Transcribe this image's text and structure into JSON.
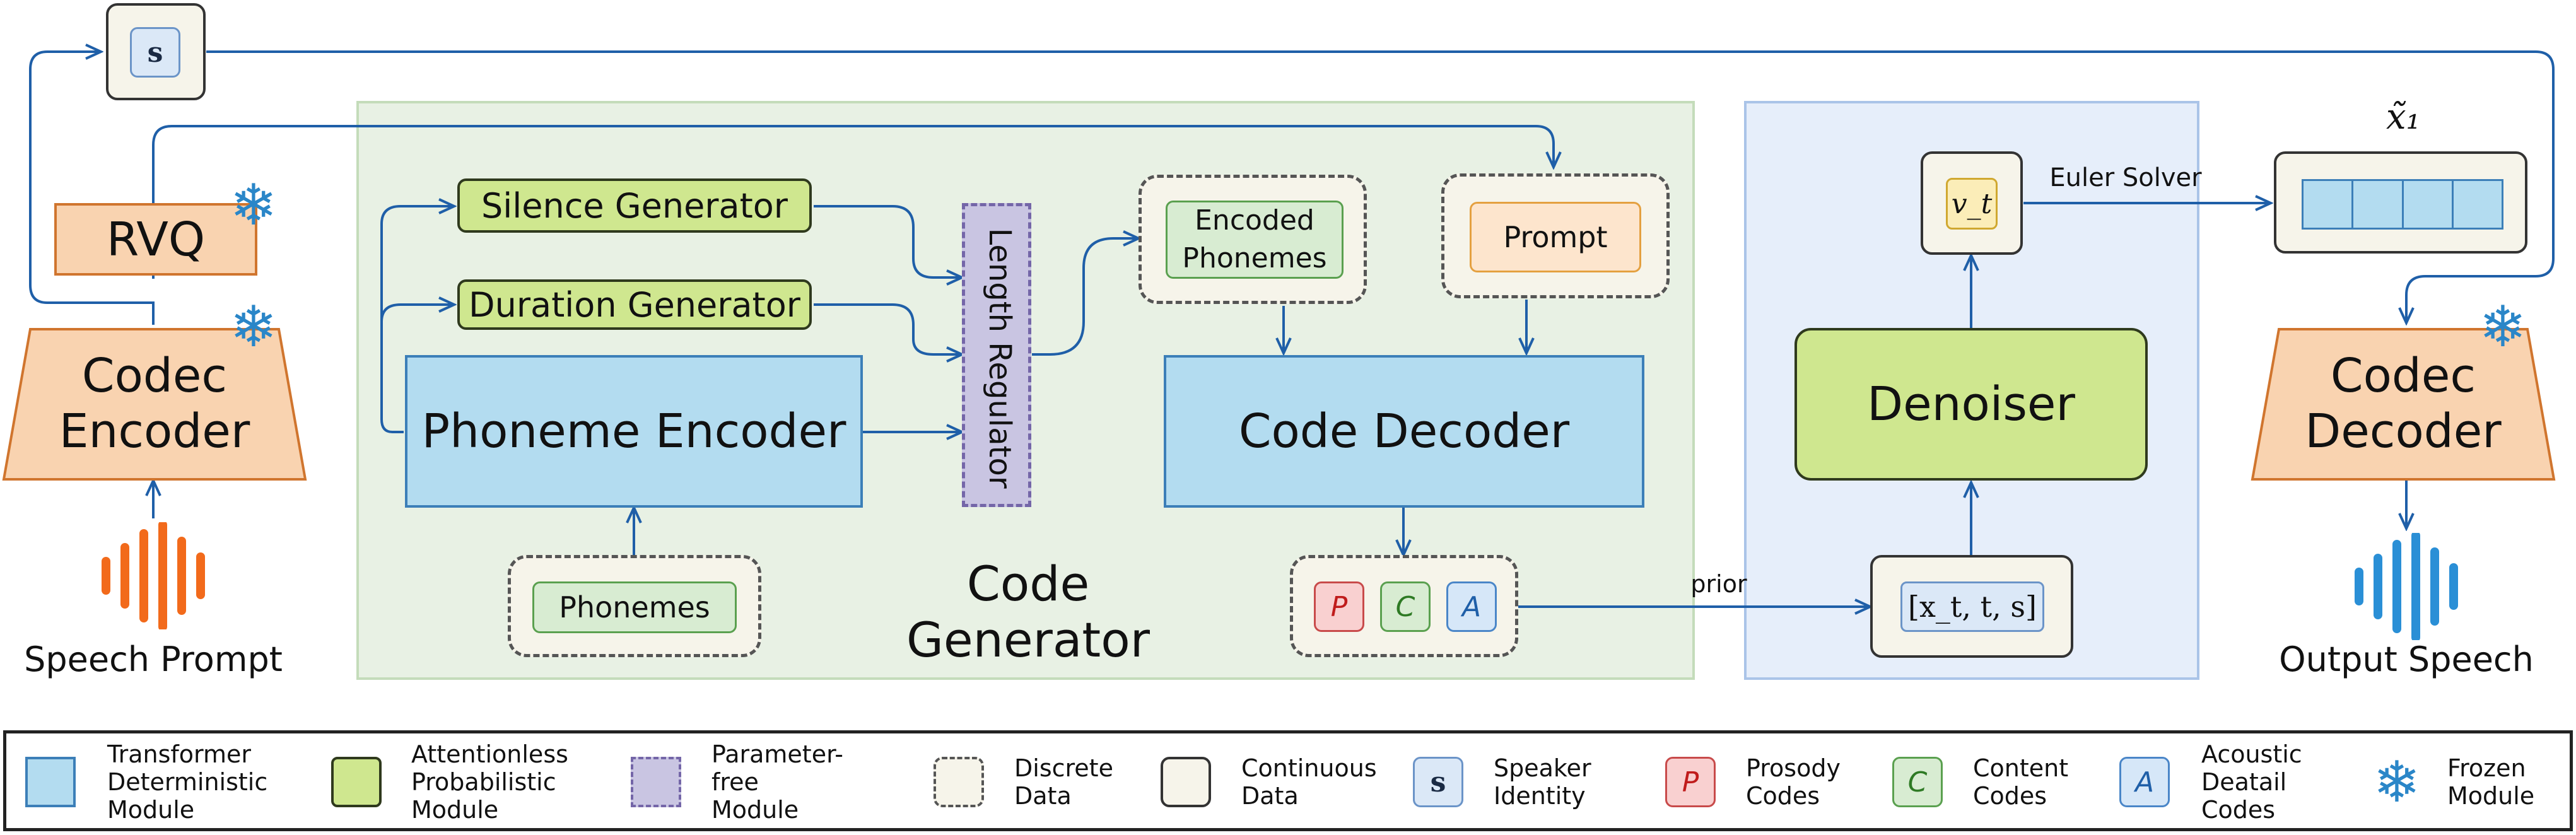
{
  "blocks": {
    "speaker_identity_symbol": "s",
    "rvq": "RVQ",
    "codec_encoder": "Codec\nEncoder",
    "speech_prompt": "Speech Prompt",
    "silence_generator": "Silence Generator",
    "duration_generator": "Duration Generator",
    "phoneme_encoder": "Phoneme Encoder",
    "length_regulator": "Length Regulator",
    "encoded_phonemes": "Encoded\nPhonemes",
    "prompt": "Prompt",
    "code_decoder": "Code Decoder",
    "phonemes": "Phonemes",
    "code_generator": "Code Generator",
    "chip_p": "P",
    "chip_c": "C",
    "chip_a": "A",
    "prior": "prior",
    "denoiser_input": "[x_t, t, s]",
    "denoiser": "Denoiser",
    "velocity": "v_t",
    "euler_solver": "Euler Solver",
    "x1_tilde": "x̃₁",
    "codec_decoder": "Codec\nDecoder",
    "output_speech": "Output Speech"
  },
  "legend": [
    {
      "swatch": "blue",
      "label": "Transformer\nDeterministic\nModule"
    },
    {
      "swatch": "green",
      "label": "Attentionless\nProbabilistic\nModule"
    },
    {
      "swatch": "purple-dashed",
      "label": "Parameter-\nfree\nModule"
    },
    {
      "swatch": "dashed",
      "label": "Discrete\nData"
    },
    {
      "swatch": "solid",
      "label": "Continuous\nData"
    },
    {
      "swatch": "s",
      "label": "Speaker\nIdentity"
    },
    {
      "swatch": "P",
      "label": "Prosody\nCodes"
    },
    {
      "swatch": "C",
      "label": "Content\nCodes"
    },
    {
      "swatch": "A",
      "label": "Acoustic\nDeatail\nCodes"
    },
    {
      "swatch": "snowflake",
      "label": "Frozen\nModule"
    }
  ],
  "colors": {
    "transformer_blue": "#b3dcf0",
    "probabilistic_green": "#cfe78f",
    "codec_orange": "#f9d3b0",
    "parameter_free_purple": "#c9c5e2",
    "arrow_blue": "#1f5fa8",
    "speech_orange": "#f26a1b",
    "speech_blue": "#2a8fd6",
    "snowflake_blue": "#2a86c8"
  }
}
